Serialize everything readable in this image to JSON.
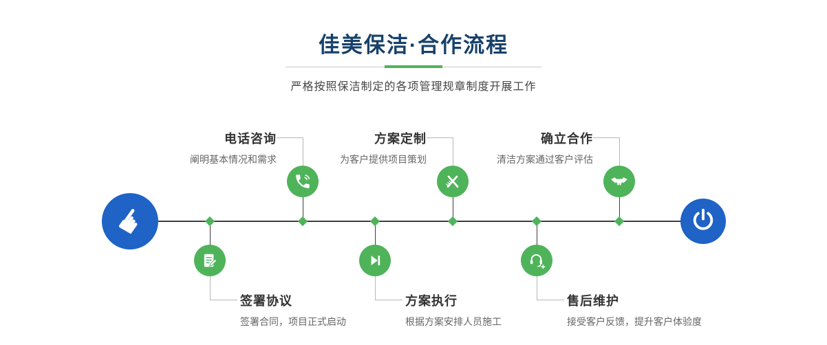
{
  "header": {
    "title": "佳美保洁·合作流程",
    "subtitle": "严格按照保洁制定的各项管理规章制度开展工作"
  },
  "colors": {
    "accent_green": "#4fb35a",
    "node_blue": "#1e63c5",
    "title_blue": "#17416b"
  },
  "nodes": {
    "start": {
      "name": "start-node",
      "glyph": "☛",
      "icon": "pointing-hand-icon"
    },
    "end": {
      "name": "end-node",
      "icon": "power-icon"
    }
  },
  "timeline": {
    "steps_top": [
      {
        "title": "电话咨询",
        "desc": "阐明基本情况和需求",
        "icon": "phone-icon"
      },
      {
        "title": "方案定制",
        "desc": "为客户提供项目策划",
        "icon": "design-tools-icon"
      },
      {
        "title": "确立合作",
        "desc": "清洁方案通过客户评估",
        "icon": "handshake-icon"
      }
    ],
    "steps_bottom": [
      {
        "title": "签署协议",
        "desc": "签署合同，项目正式启动",
        "icon": "contract-icon"
      },
      {
        "title": "方案执行",
        "desc": "根据方案安排人员施工",
        "icon": "play-icon"
      },
      {
        "title": "售后维护",
        "desc": "接受客户反馈，提升客户体验度",
        "icon": "headset-icon"
      }
    ]
  }
}
